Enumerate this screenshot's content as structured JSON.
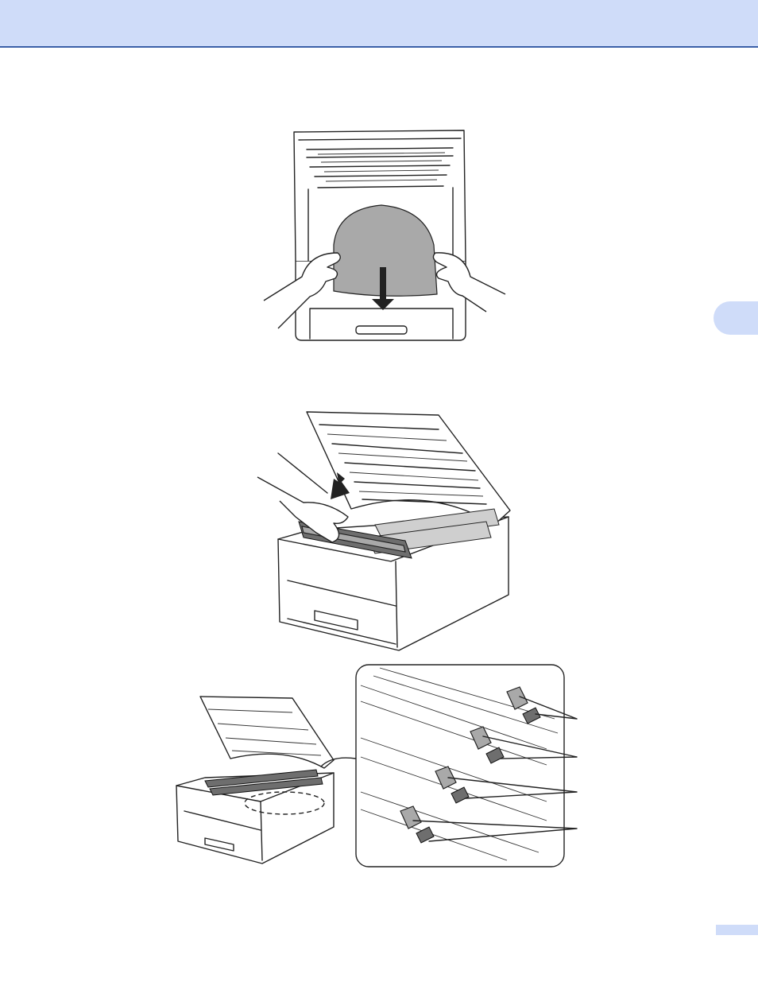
{
  "header": {
    "band_color": "#cfdcf9",
    "rule_color": "#3b5fa8"
  },
  "chapter_tab": {
    "color": "#cfdcf9"
  },
  "page_tab": {
    "color": "#cfdcf9"
  },
  "figures": [
    {
      "id": "remove-paper",
      "icon": "printer-paper-removal-illustration"
    },
    {
      "id": "insert-drum",
      "icon": "printer-drum-insert-illustration"
    },
    {
      "id": "drum-lock-levers",
      "icon": "printer-drum-levers-detail-illustration"
    }
  ]
}
